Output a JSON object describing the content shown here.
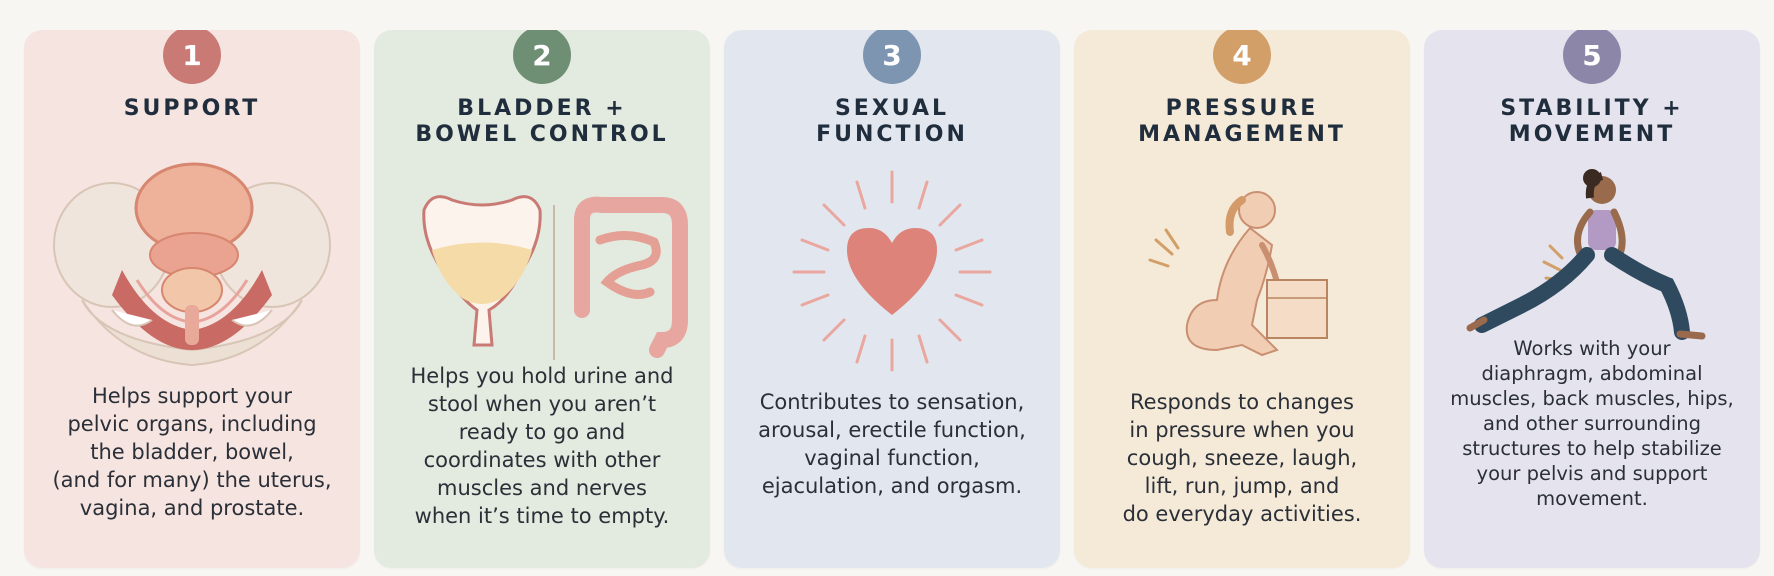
{
  "cards": [
    {
      "number": "1",
      "title": [
        "SUPPORT"
      ],
      "description": [
        "Helps support your",
        "pelvic organs, including",
        "the bladder, bowel,",
        "(and for many) the uterus,",
        "vagina, and prostate."
      ],
      "bg": "#f6e4e0",
      "accent": "#c97a74",
      "icon": "pelvis-illustration-icon"
    },
    {
      "number": "2",
      "title": [
        "BLADDER +",
        "BOWEL CONTROL"
      ],
      "description": [
        "Helps you hold urine and",
        "stool when you aren’t",
        "ready to go and",
        "coordinates with other",
        "muscles and nerves",
        "when it’s time to empty."
      ],
      "bg": "#e3eadf",
      "accent": "#6f8f74",
      "icon": "bladder-bowel-illustration-icon"
    },
    {
      "number": "3",
      "title": [
        "SEXUAL",
        "FUNCTION"
      ],
      "description": [
        "Contributes to sensation,",
        "arousal, erectile function,",
        "vaginal function,",
        "ejaculation, and orgasm."
      ],
      "bg": "#e2e6ee",
      "accent": "#7d95b0",
      "icon": "heart-icon"
    },
    {
      "number": "4",
      "title": [
        "PRESSURE",
        "MANAGEMENT"
      ],
      "description": [
        "Responds to changes",
        "in pressure when you",
        "cough, sneeze, laugh,",
        "lift, run, jump, and",
        "do everyday activities."
      ],
      "bg": "#f5ead8",
      "accent": "#d39f68",
      "icon": "lifting-figure-icon"
    },
    {
      "number": "5",
      "title": [
        "STABILITY +",
        "MOVEMENT"
      ],
      "description": [
        "Works with your",
        "diaphragm, abdominal",
        "muscles, back muscles, hips,",
        "and other surrounding",
        "structures to help stabilize",
        "your pelvis and support",
        "movement."
      ],
      "bg": "#e5e4ee",
      "accent": "#8c86a8",
      "icon": "lunge-figure-icon"
    }
  ]
}
